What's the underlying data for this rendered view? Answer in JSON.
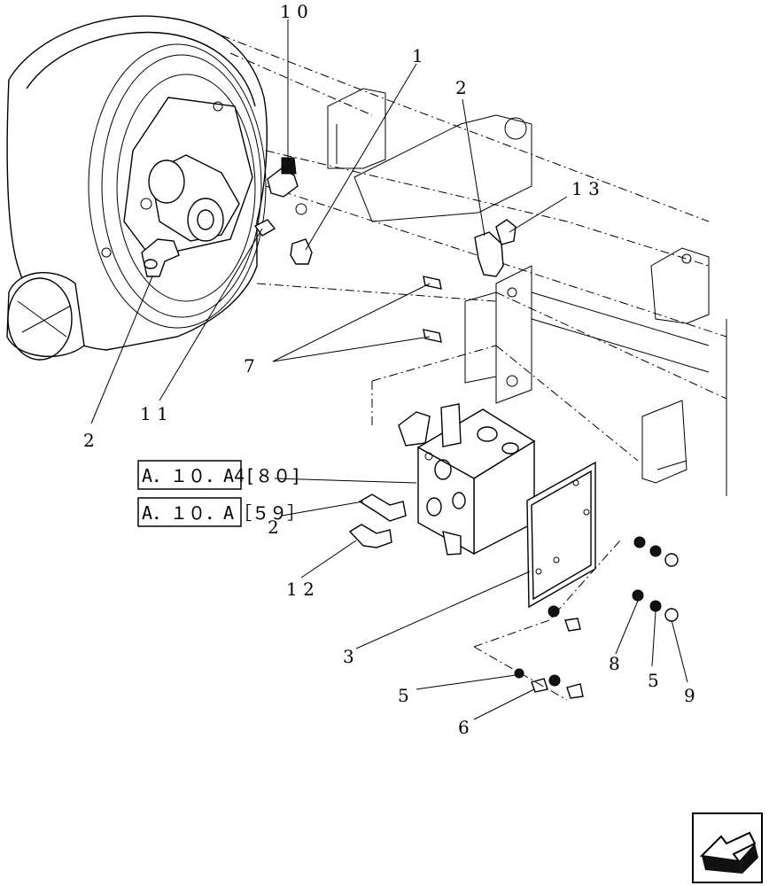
{
  "callouts": {
    "c10": "1 0",
    "c1": "1",
    "c2a": "2",
    "c13": "1 3",
    "c7": "7",
    "c2b": "2",
    "c11": "1 1",
    "c2c": "2",
    "c12": "1 2",
    "c3": "3",
    "c8": "8",
    "c5a": "5",
    "c9": "9",
    "c5b": "5",
    "c6": "6"
  },
  "references": [
    {
      "text": "A．１０．A4[８０]"
    },
    {
      "text": "A．１０．A［５９］"
    }
  ],
  "navigation": {
    "icon": "back-arrow-icon"
  }
}
